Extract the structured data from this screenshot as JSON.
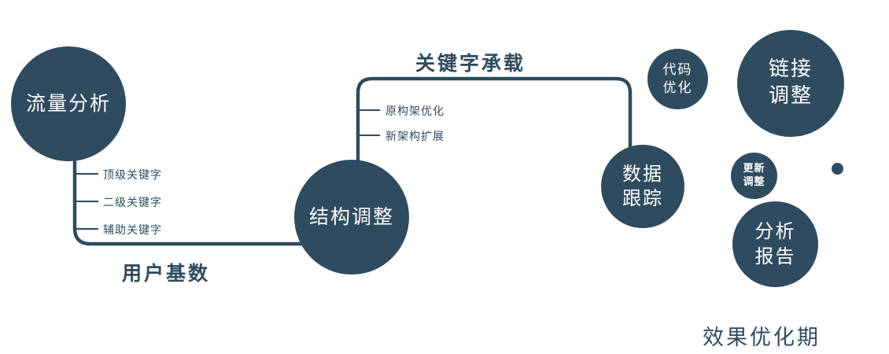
{
  "colors": {
    "accent": "#2f4b5f"
  },
  "nodes": {
    "traffic": {
      "label": "流量分析"
    },
    "structure": {
      "label": "结构调整"
    },
    "data_tracking": {
      "line1": "数据",
      "line2": "跟踪"
    },
    "code_optimization": {
      "line1": "代码",
      "line2": "优化"
    },
    "link_adjustment": {
      "line1": "链接",
      "line2": "调整"
    },
    "update_adjustment": {
      "line1": "更新",
      "line2": "调整"
    },
    "analysis_report": {
      "line1": "分析",
      "line2": "报告"
    }
  },
  "branches": {
    "keywords": [
      "顶级关键字",
      "二级关键字",
      "辅助关键字"
    ],
    "architecture": [
      "原构架优化",
      "新架构扩展"
    ]
  },
  "edge_labels": {
    "user_base": "用户基数",
    "keyword_bearing": "关键字承载"
  },
  "caption": "效果优化期"
}
